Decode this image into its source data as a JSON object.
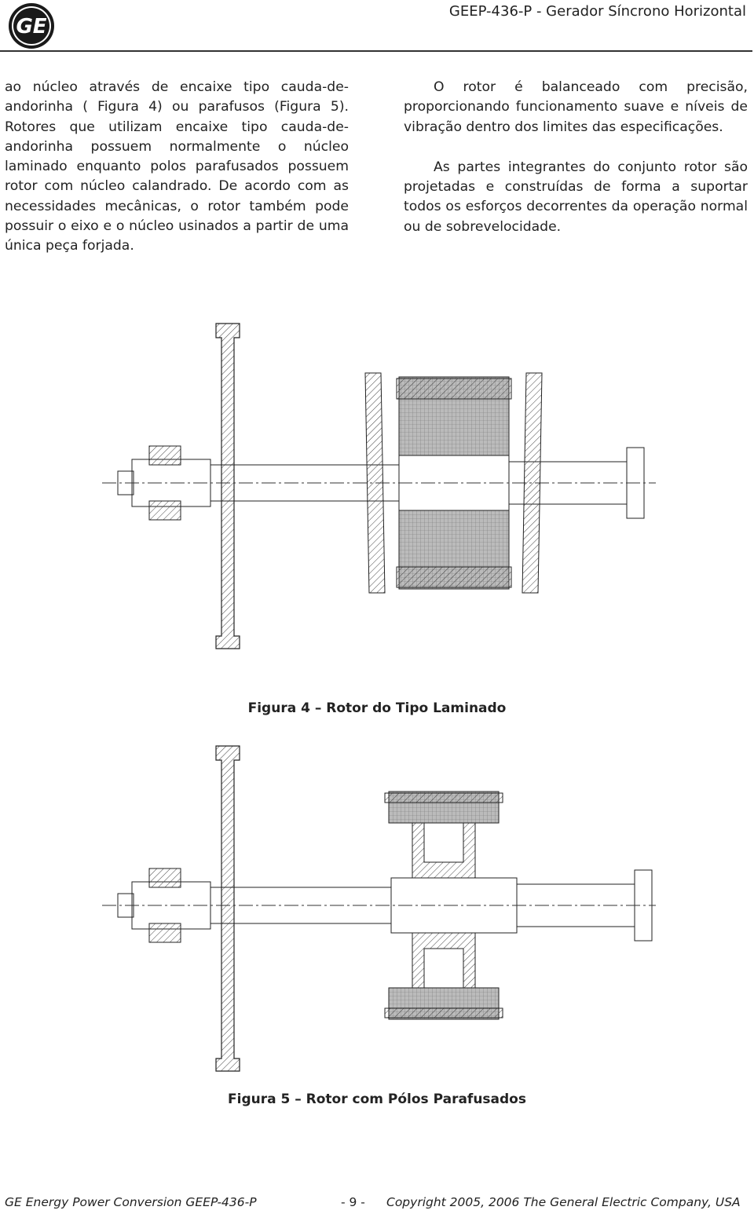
{
  "header": {
    "title": "GEEP-436-P - Gerador Síncrono Horizontal",
    "logo": "GE"
  },
  "body": {
    "left_paragraph": "ao núcleo através de encaixe tipo cauda-de-andorinha ( Figura 4) ou parafusos (Figura 5). Rotores que utilizam encaixe tipo cauda-de-andorinha possuem normalmente o núcleo laminado enquanto polos parafusados possuem rotor com núcleo calandrado. De acordo com as necessidades mecânicas, o rotor também pode possuir o eixo e o núcleo usinados a partir de uma única peça forjada.",
    "right_paragraph_1": "O rotor é balanceado com precisão, proporcionando funcionamento suave e níveis de vibração dentro dos limites das especificações.",
    "right_paragraph_2": "As partes integrantes do conjunto rotor são projetadas e construídas de forma a suportar todos os esforços decorrentes da operação normal ou de sobrevelocidade."
  },
  "figures": [
    {
      "caption": "Figura 4 – Rotor do Tipo Laminado"
    },
    {
      "caption": "Figura 5 – Rotor com Pólos Parafusados"
    }
  ],
  "footer": {
    "left": "GE Energy Power Conversion GEEP-436-P",
    "page": "- 9 -",
    "right": "Copyright 2005, 2006 The General Electric Company, USA"
  }
}
